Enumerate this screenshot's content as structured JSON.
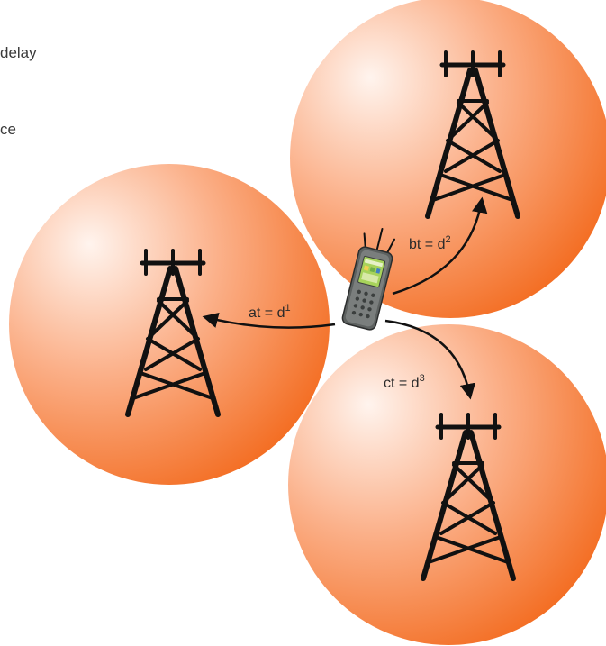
{
  "side_text": [
    "delay",
    "ce"
  ],
  "equations": {
    "a": {
      "lhs": "at = d",
      "exp": "1"
    },
    "b": {
      "lhs": "bt = d",
      "exp": "2"
    },
    "c": {
      "lhs": "ct = d",
      "exp": "3"
    }
  },
  "colors": {
    "cell_light": "#fff4ee",
    "cell_mid": "#fbb089",
    "cell_dark": "#f26414",
    "tower": "#111111",
    "arrow": "#111111",
    "phone_body": "#6f7372",
    "phone_screen": "#a7d35b"
  },
  "icons": {
    "tower": "cell-tower-icon",
    "phone": "mobile-phone-icon"
  }
}
